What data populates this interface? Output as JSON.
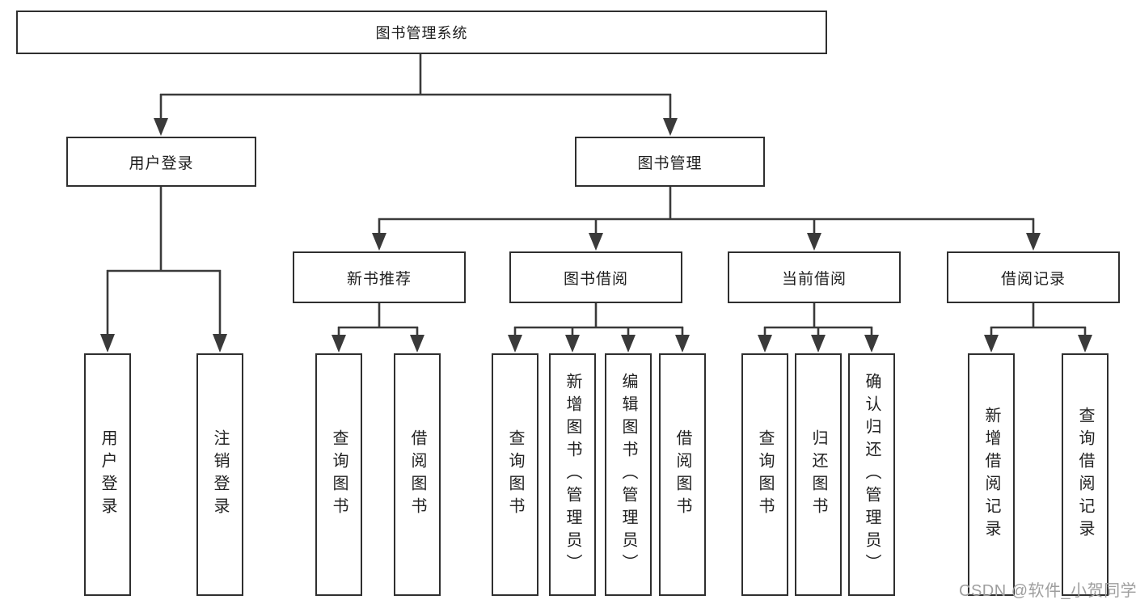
{
  "diagram": {
    "type": "hierarchy-tree",
    "root": {
      "label": "图书管理系统"
    },
    "level2": [
      {
        "id": "user-login",
        "label": "用户登录"
      },
      {
        "id": "book-management",
        "label": "图书管理"
      }
    ],
    "level3": [
      {
        "id": "new-book-recommend",
        "label": "新书推荐",
        "parent": "图书管理"
      },
      {
        "id": "book-borrow",
        "label": "图书借阅",
        "parent": "图书管理"
      },
      {
        "id": "current-borrow",
        "label": "当前借阅",
        "parent": "图书管理"
      },
      {
        "id": "borrow-records",
        "label": "借阅记录",
        "parent": "图书管理"
      }
    ],
    "leaves": {
      "user_login": [
        "用户登录",
        "注销登录"
      ],
      "new_book_recommend": [
        "查询图书",
        "借阅图书"
      ],
      "book_borrow": [
        "查询图书",
        "新增图书（管理员）",
        "编辑图书（管理员）",
        "借阅图书"
      ],
      "current_borrow": [
        "查询图书",
        "归还图书",
        "确认归还（管理员）"
      ],
      "borrow_records": [
        "新增借阅记录",
        "查询借阅记录"
      ]
    },
    "watermark": "CSDN @软件_小贺同学",
    "colors": {
      "line": "#3a3a3a",
      "box_border": "#2f2f2f",
      "text": "#1e1e1e",
      "watermark": "#9e9e9e",
      "background": "#ffffff"
    }
  }
}
